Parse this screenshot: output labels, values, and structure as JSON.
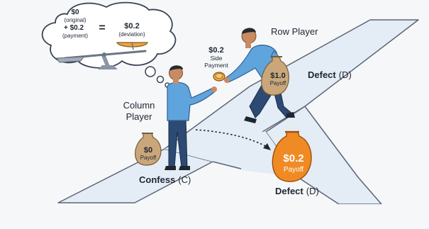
{
  "thought": {
    "left_value": "$0",
    "left_note": "(original)",
    "plus_value": "+ $0.2",
    "plus_note": "(payment)",
    "equals": "=",
    "right_value": "$0.2",
    "right_note": "(deviation)"
  },
  "side_payment": {
    "value": "$0.2",
    "line1": "Side",
    "line2": "Payment"
  },
  "row_player": {
    "label": "Row Player",
    "bag_value": "$1.0",
    "bag_label": "Payoff"
  },
  "column_player": {
    "line1": "Column",
    "line2": "Player",
    "bag_value": "$0",
    "bag_label": "Payoff"
  },
  "actions": {
    "top_right": {
      "name": "Defect",
      "code": "(D)"
    },
    "bottom_left": {
      "name": "Confess",
      "code": "(C)"
    },
    "bottom_right": {
      "name": "Defect",
      "code": "(D)"
    }
  },
  "outcome_bag": {
    "value": "$0.2",
    "label": "Payoff"
  },
  "colors": {
    "road": "#e4ecf5",
    "road_edge": "#5c6676",
    "shirt": "#5fa4dc",
    "pants": "#2c4a73",
    "bag_brown": "#c9a77b",
    "bag_orange": "#f08a24"
  }
}
